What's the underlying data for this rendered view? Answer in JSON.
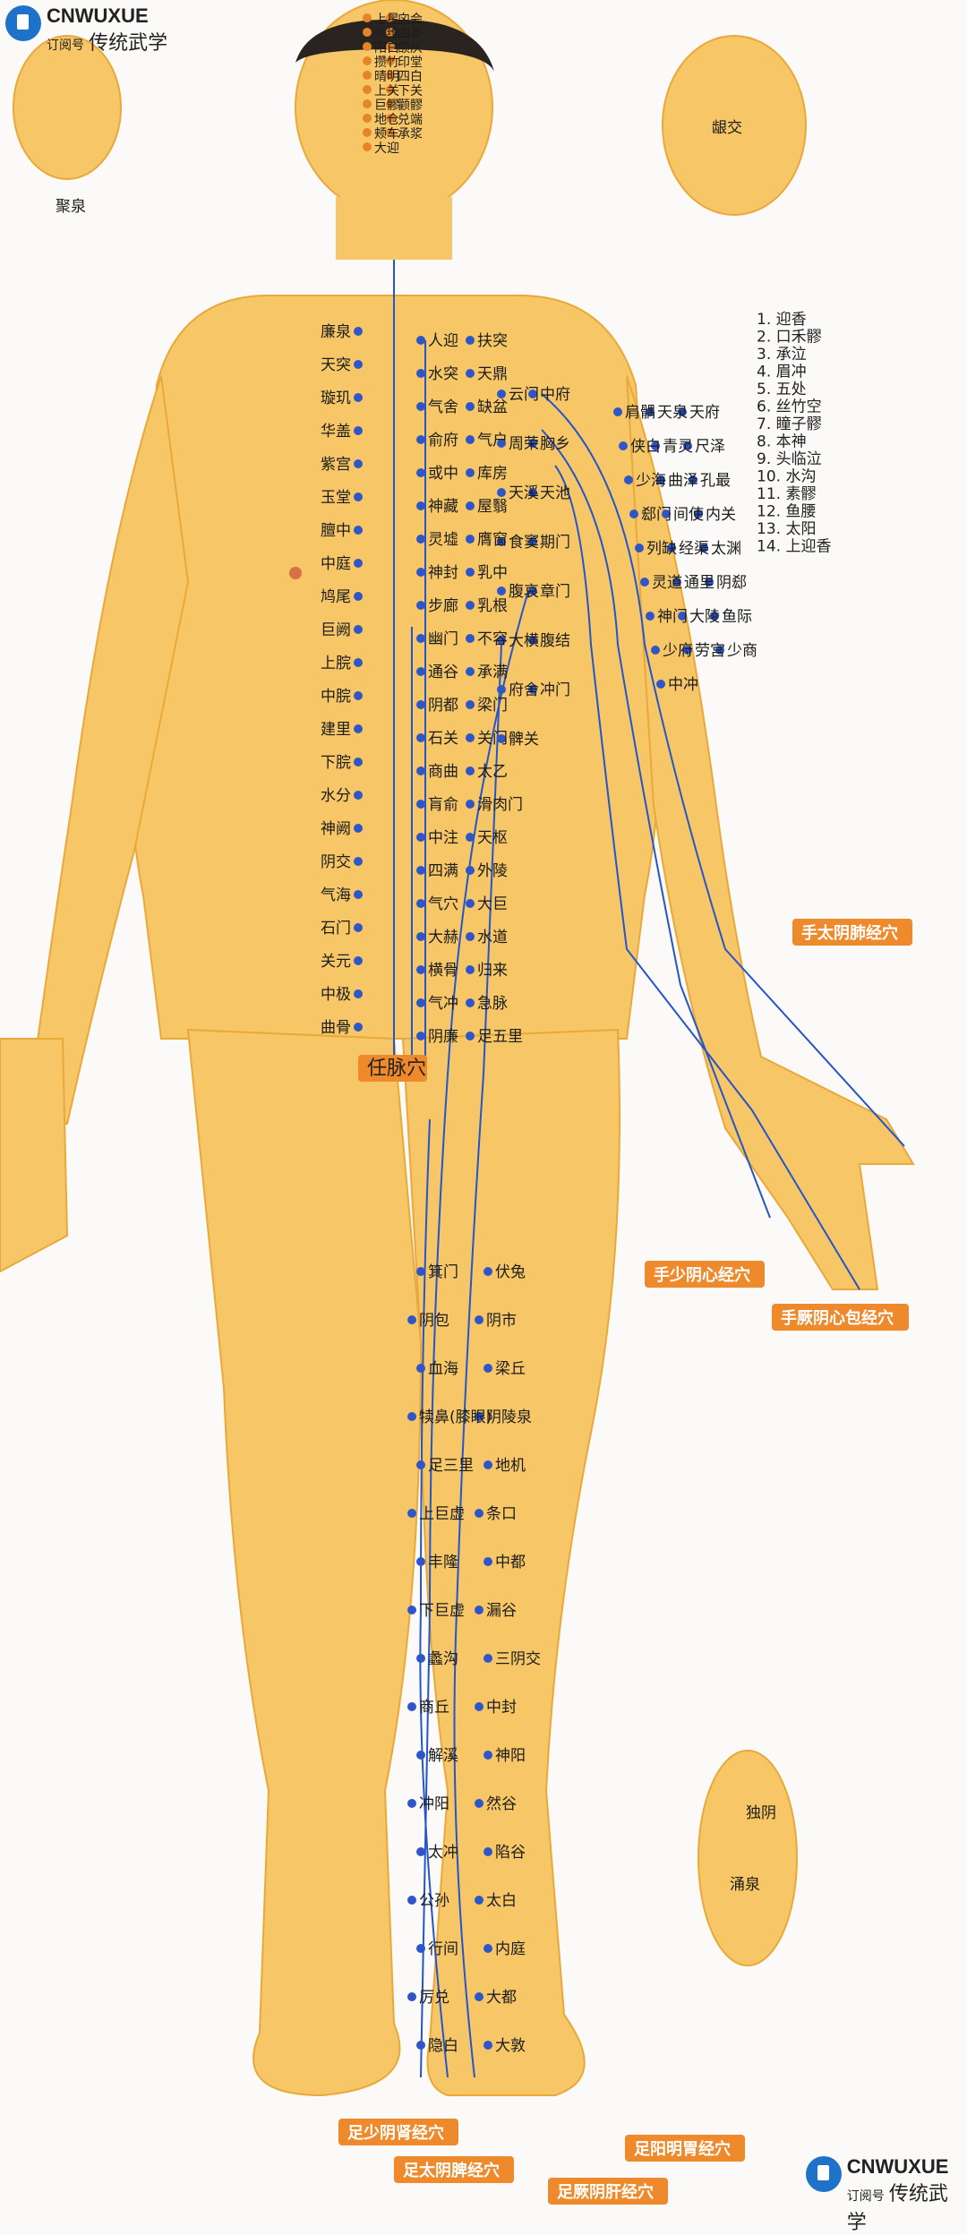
{
  "watermark_top": {
    "brand": "CNWUXUE",
    "sub": "订阅号",
    "name": "传统武学"
  },
  "watermark_bottom": {
    "brand": "CNWUXUE",
    "sub": "订阅号",
    "name": "传统武学"
  },
  "side_labels": {
    "tongue": "聚泉",
    "mouth": "龈交",
    "foot": "独阴",
    "foot2": "涌泉"
  },
  "legend_title": "",
  "legend": [
    "1. 迎香",
    "2. 口禾髎",
    "3. 承泣",
    "4. 眉冲",
    "5. 五处",
    "6. 丝竹空",
    "7. 瞳子髎",
    "8. 本神",
    "9. 头临泣",
    "10. 水沟",
    "11. 素髎",
    "12. 鱼腰",
    "13. 太阳",
    "14. 上迎香"
  ],
  "meridian_tags": [
    "手太阴肺经穴",
    "手少阴心经穴",
    "手厥阴心包经穴",
    "任脉穴",
    "足少阴肾经穴",
    "足太阴脾经穴",
    "足厥阴肝经穴",
    "足阳明胃经穴"
  ],
  "colors": {
    "skin": "#f6c667",
    "skin_dark": "#e9a93a",
    "meridian": "#2455c9",
    "point": "#2f56c9",
    "orange_point": "#e58527",
    "tag": "#ef8a2c"
  },
  "points": {
    "head": [
      "上星",
      "囟会",
      "头维",
      "曲差",
      "阳白",
      "颔厌",
      "攒竹",
      "印堂",
      "晴明",
      "四白",
      "上关",
      "下关",
      "巨髎",
      "颧髎",
      "地仓",
      "兑端",
      "颊车",
      "承浆",
      "大迎"
    ],
    "ren": [
      "廉泉",
      "天突",
      "璇玑",
      "华盖",
      "紫宫",
      "玉堂",
      "膻中",
      "中庭",
      "鸠尾",
      "巨阙",
      "上脘",
      "中脘",
      "建里",
      "下脘",
      "水分",
      "神阙",
      "阴交",
      "气海",
      "石门",
      "关元",
      "中极",
      "曲骨"
    ],
    "kidney_stomach": [
      "人迎",
      "扶突",
      "水突",
      "天鼎",
      "气舍",
      "缺盆",
      "俞府",
      "气户",
      "或中",
      "库房",
      "神藏",
      "屋翳",
      "灵墟",
      "膺窗",
      "神封",
      "乳中",
      "步廊",
      "乳根",
      "幽门",
      "不容",
      "通谷",
      "承满",
      "阴都",
      "梁门",
      "石关",
      "关门",
      "商曲",
      "太乙",
      "肓俞",
      "滑肉门",
      "中注",
      "天枢",
      "四满",
      "外陵",
      "气穴",
      "大巨",
      "大赫",
      "水道",
      "横骨",
      "归来",
      "气冲",
      "急脉",
      "阴廉",
      "足五里"
    ],
    "spleen_liver": [
      "云门",
      "中府",
      "周荣",
      "胸乡",
      "天溪",
      "天池",
      "食窦",
      "期门",
      "腹哀",
      "章门",
      "大横",
      "腹结",
      "府舍",
      "冲门",
      "髀关"
    ],
    "arm": [
      "肩髃",
      "天泉",
      "天府",
      "侠白",
      "青灵",
      "尺泽",
      "少海",
      "曲泽",
      "孔最",
      "郄门",
      "间使",
      "内关",
      "列缺",
      "经渠",
      "太渊",
      "灵道",
      "通里",
      "阴郄",
      "神门",
      "大陵",
      "鱼际",
      "少府",
      "劳宫",
      "少商",
      "中冲"
    ],
    "leg": [
      "箕门",
      "伏兔",
      "阴包",
      "阴市",
      "血海",
      "梁丘",
      "犊鼻(膝眼)",
      "阴陵泉",
      "足三里",
      "地机",
      "上巨虚",
      "条口",
      "丰隆",
      "中都",
      "下巨虚",
      "漏谷",
      "蠡沟",
      "三阴交",
      "商丘",
      "中封",
      "解溪",
      "神阳",
      "冲阳",
      "然谷",
      "太冲",
      "陷谷",
      "公孙",
      "太白",
      "行间",
      "内庭",
      "厉兑",
      "大都",
      "隐白",
      "大敦"
    ]
  }
}
